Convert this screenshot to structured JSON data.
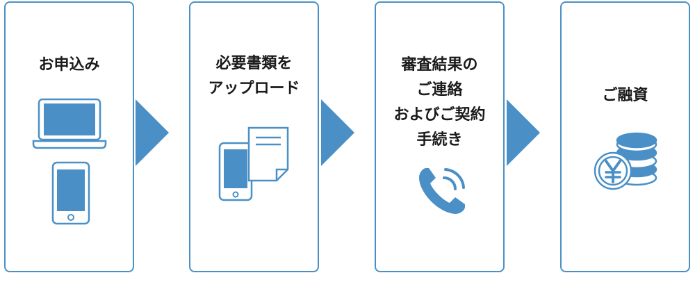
{
  "colors": {
    "accent": "#4a90c6",
    "accent_fill": "#4a8fc5",
    "text": "#1a1a1a"
  },
  "steps": [
    {
      "title_lines": [
        "お申込み"
      ],
      "icons": [
        "laptop-icon",
        "smartphone-icon"
      ]
    },
    {
      "title_lines": [
        "必要書類を",
        "アップロード"
      ],
      "icons": [
        "smartphone-icon",
        "document-icon"
      ]
    },
    {
      "title_lines": [
        "審査結果の",
        "ご連絡",
        "およびご契約",
        "手続き"
      ],
      "icons": [
        "phone-call-icon"
      ]
    },
    {
      "title_lines": [
        "ご融資"
      ],
      "icons": [
        "yen-coins-icon"
      ]
    }
  ]
}
